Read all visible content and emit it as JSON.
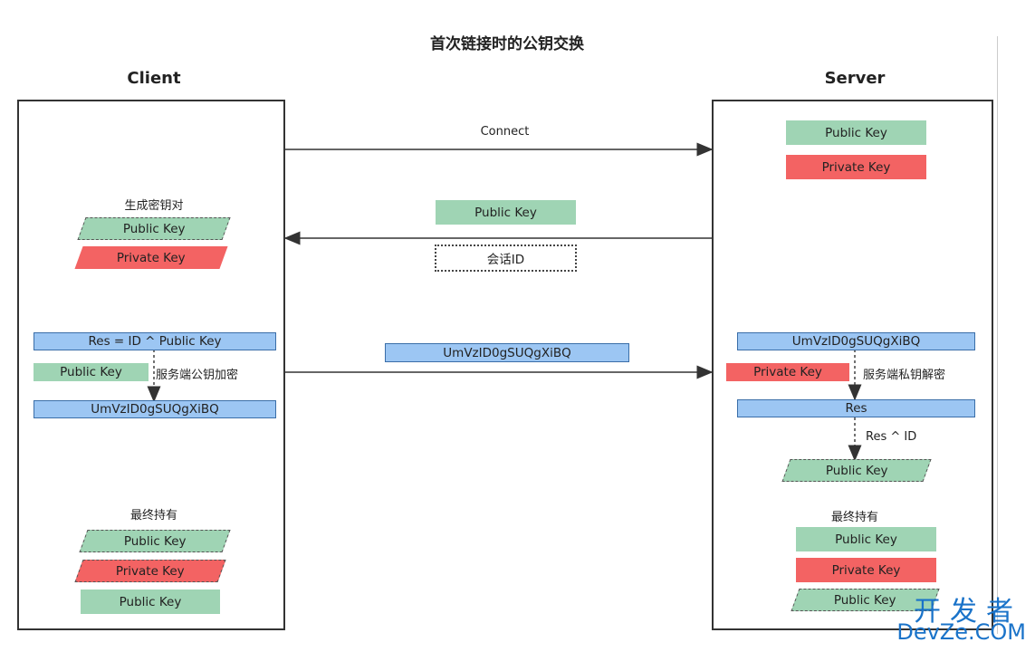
{
  "title": "首次链接时的公钥交换",
  "client_label": "Client",
  "server_label": "Server",
  "arrows": {
    "connect": "Connect",
    "session_id": "会话ID",
    "public_key": "Public Key",
    "encrypted_res": "UmVzID0gSUQgXiBQ"
  },
  "client": {
    "keygen_label": "生成密钥对",
    "public_key": "Public Key",
    "private_key": "Private Key",
    "res_formula": "Res = ID ^ Public Key",
    "server_public_key": "Public Key",
    "encrypt_label": "服务端公钥加密",
    "encrypted": "UmVzID0gSUQgXiBQ",
    "final_label": "最终持有",
    "final_public_key": "Public Key",
    "final_private_key": "Private Key",
    "final_server_public_key": "Public Key"
  },
  "server": {
    "public_key": "Public Key",
    "private_key": "Private Key",
    "encrypted": "UmVzID0gSUQgXiBQ",
    "private_key_use": "Private Key",
    "decrypt_label": "服务端私钥解密",
    "res": "Res",
    "res_xor_label": "Res ^ ID",
    "derived_public_key": "Public Key",
    "final_label": "最终持有",
    "final_public_key": "Public Key",
    "final_private_key": "Private Key",
    "final_client_public_key": "Public Key"
  },
  "watermark": {
    "line1": "开发者",
    "line2": "DevZe.COM"
  },
  "colors": {
    "green": "#9fd4b4",
    "red": "#f36363",
    "blue": "#9cc6f3",
    "watermark": "#1a73c9"
  }
}
